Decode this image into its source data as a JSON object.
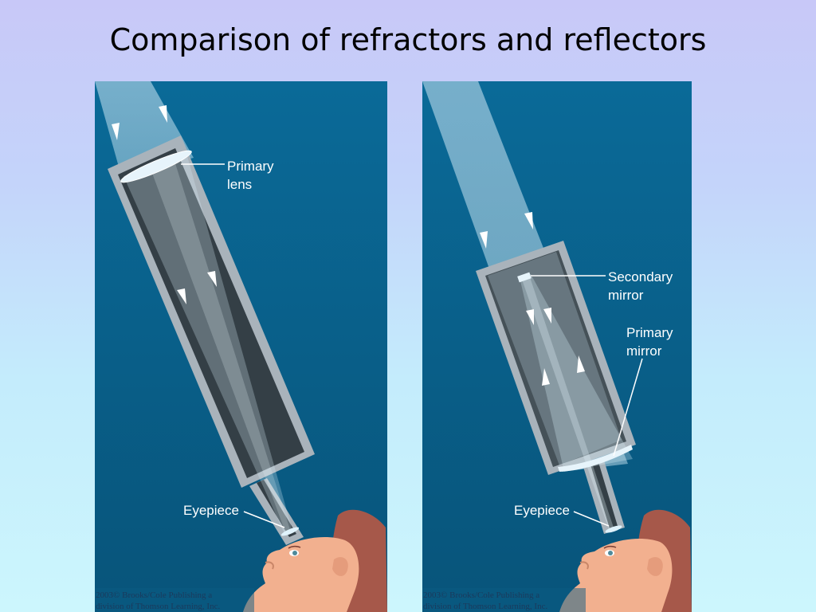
{
  "slide": {
    "title": "Comparison of refractors and reflectors"
  },
  "refractor": {
    "primary_lens_label_line1": "Primary",
    "primary_lens_label_line2": "lens",
    "eyepiece_label": "Eyepiece",
    "credit_line1": "2003© Brooks/Cole Publishing a",
    "credit_line2": "division of Thomson Learning, Inc."
  },
  "reflector": {
    "secondary_mirror_label_line1": "Secondary",
    "secondary_mirror_label_line2": "mirror",
    "primary_mirror_label_line1": "Primary",
    "primary_mirror_label_line2": "mirror",
    "eyepiece_label": "Eyepiece",
    "credit_line1": "2003© Brooks/Cole Publishing a",
    "credit_line2": "division of Thomson Learning, Inc."
  },
  "colors": {
    "panel_top": "#0a6a98",
    "panel_bottom": "#08547a",
    "tube_outline": "#a9b3bb",
    "tube_interior": "#343f46",
    "skin": "#f2b08f",
    "hair": "#a6584a"
  }
}
